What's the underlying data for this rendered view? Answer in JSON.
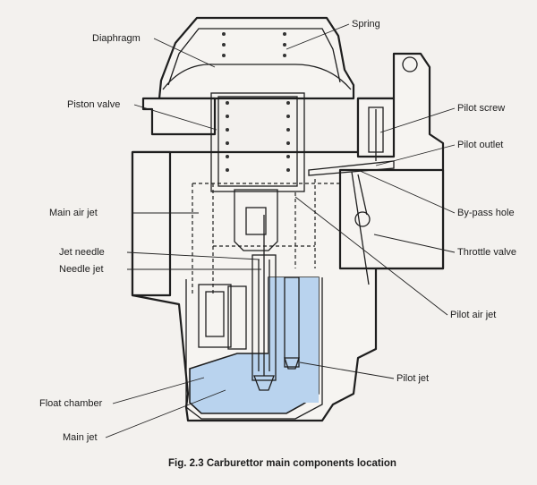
{
  "labels": {
    "spring": "Spring",
    "diaphragm": "Diaphragm",
    "piston_valve": "Piston valve",
    "pilot_screw": "Pilot screw",
    "pilot_outlet": "Pilot outlet",
    "main_air_jet": "Main air jet",
    "bypass_hole": "By-pass hole",
    "jet_needle": "Jet needle",
    "throttle_valve": "Throttle valve",
    "needle_jet": "Needle jet",
    "pilot_air_jet": "Pilot air jet",
    "pilot_jet": "Pilot jet",
    "float_chamber": "Float chamber",
    "main_jet": "Main jet"
  },
  "caption": "Fig. 2.3 Carburettor main components location",
  "colors": {
    "fuel": "#b9d3ee",
    "ink": "#1e1e1e",
    "paper": "#f3f1ee"
  }
}
